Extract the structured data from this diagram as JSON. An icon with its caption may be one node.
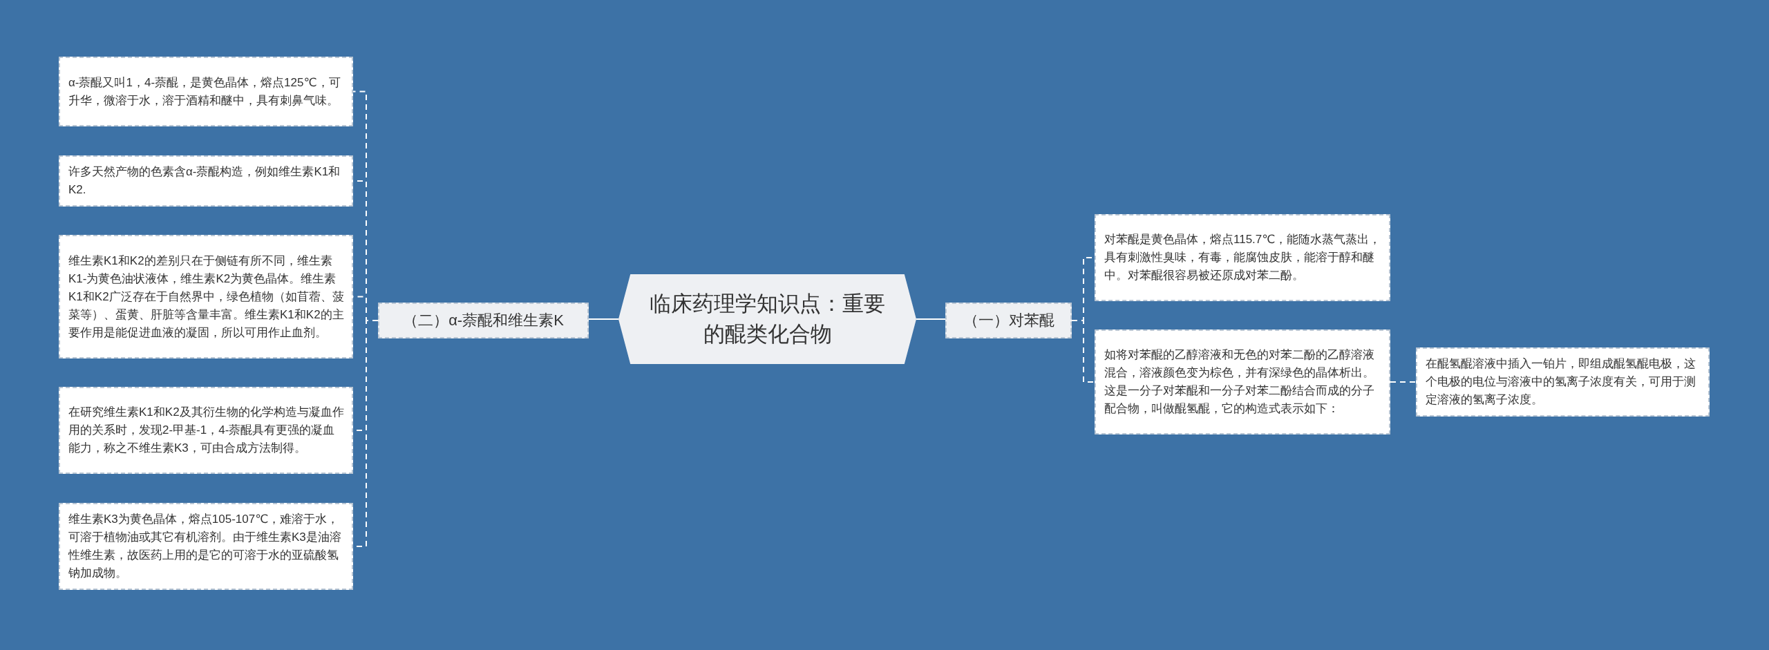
{
  "diagram": {
    "nodes": [
      {
        "text": [
          "临床药理学知识点：重要的醌类化合物"
        ]
      },
      {
        "text": [
          "（二）α-萘醌和维生素K"
        ]
      },
      {
        "text": [
          "α-萘醌又叫1，4-萘醌，是黄色晶体，熔点125℃，可升华，微溶于水，溶于酒精和醚中，具有刺鼻气味。"
        ]
      },
      {
        "text": [
          "许多天然产物的色素含α-萘醌构造，例如维生素K1和K2."
        ]
      },
      {
        "text": [
          "维生素K1和K2的差别只在于侧链有所不同，维生素K1-为黄色油状液体，维生素K2为黄色晶体。维生素K1和K2广泛存在于自然界中，绿色植物（如苜蓿、菠菜等）、蛋黄、肝脏等含量丰富。维生素K1和K2的主要作用是能促进血液的凝固，所以可用作止血剂。"
        ]
      },
      {
        "text": [
          "在研究维生素K1和K2及其衍生物的化学构造与凝血作用的关系时，发现2-甲基-1，4-萘醌具有更强的凝血能力，称之不维生素K3，可由合成方法制得。"
        ]
      },
      {
        "text": [
          "维生素K3为黄色晶体，熔点105-107℃，难溶于水，可溶于植物油或其它有机溶剂。由于维生素K3是油溶性维生素，故医药上用的是它的可溶于水的亚硫酸氢钠加成物。"
        ]
      },
      {
        "text": [
          "（一）对苯醌"
        ]
      },
      {
        "text": [
          "对苯醌是黄色晶体，熔点115.7℃，能随水蒸气蒸出，具有刺激性臭味，有毒，能腐蚀皮肤，能溶于醇和醚中。对苯醌很容易被还原成对苯二酚。"
        ]
      },
      {
        "text": [
          "如将对苯醌的乙醇溶液和无色的对苯二酚的乙醇溶液混合，溶液颜色变为棕色，并有深绿色的晶体析出。这是一分子对苯醌和一分子对苯二酚结合而成的分子配合物，叫做醌氢醌，它的构造式表示如下："
        ]
      },
      {
        "text": [
          "在醌氢醌溶液中插入一铂片，即组成醌氢醌电极，这个电极的电位与溶液中的氢离子浓度有关，可用于测定溶液的氢离子浓度。"
        ]
      }
    ],
    "edges": [
      {
        "from": 0,
        "to": 1,
        "arrow": "none"
      },
      {
        "from": 1,
        "to": 2,
        "arrow": "none",
        "style": "dashed"
      },
      {
        "from": 1,
        "to": 3,
        "arrow": "none",
        "style": "dashed"
      },
      {
        "from": 1,
        "to": 4,
        "arrow": "none",
        "style": "dashed"
      },
      {
        "from": 1,
        "to": 5,
        "arrow": "none",
        "style": "dashed"
      },
      {
        "from": 1,
        "to": 6,
        "arrow": "none",
        "style": "dashed"
      },
      {
        "from": 0,
        "to": 7,
        "arrow": "none"
      },
      {
        "from": 7,
        "to": 8,
        "arrow": "none",
        "style": "dashed"
      },
      {
        "from": 7,
        "to": 9,
        "arrow": "none",
        "style": "dashed"
      },
      {
        "from": 9,
        "to": 10,
        "arrow": "none",
        "style": "dashed"
      }
    ]
  }
}
